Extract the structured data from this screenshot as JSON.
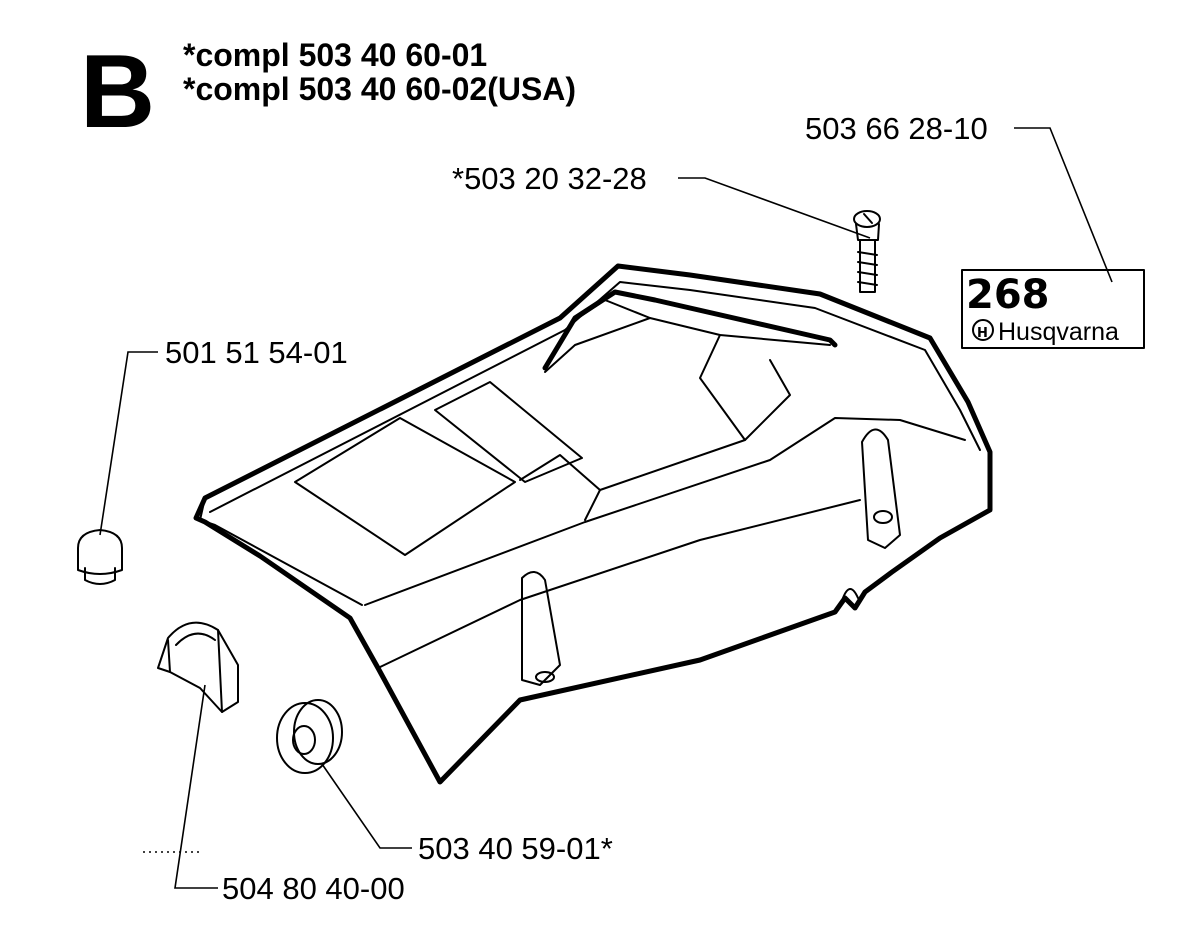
{
  "section_letter": "B",
  "header": {
    "line1": "*compl 503 40 60-01",
    "line2": "*compl 503 40 60-02(USA)"
  },
  "parts": {
    "decal": "503 66 28-10",
    "screw": "*503 20 32-28",
    "plug": "501 51 54-01",
    "grommet": "503 40 59-01*",
    "cap": "504 80 40-00"
  },
  "decal_badge": {
    "model": "268",
    "brand": "Husqvarna"
  }
}
